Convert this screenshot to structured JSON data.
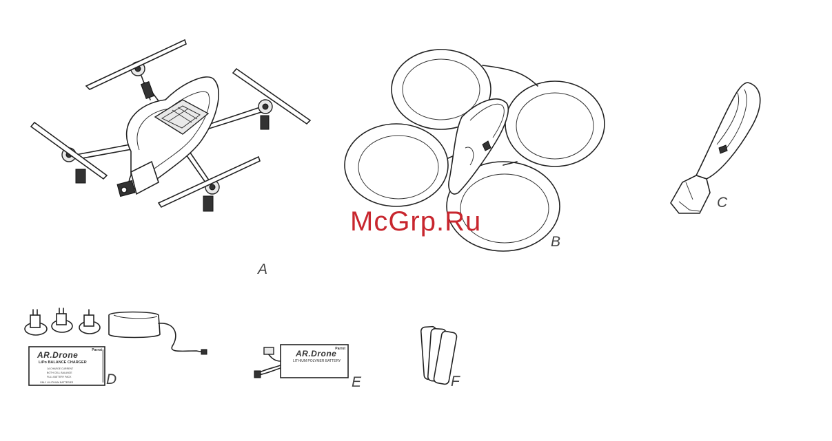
{
  "figure_labels": {
    "a": "A",
    "b": "B",
    "c": "C",
    "d": "D",
    "e": "E",
    "f": "F"
  },
  "watermark": "McGrp.Ru",
  "charger": {
    "brand": "Parrot",
    "logo": "AR.Drone",
    "title": "LiPo BALANCE CHARGER",
    "leds": [
      "1A CHARGE CURRENT",
      "BOTH CELL BALANCE",
      "FULL BATTERY PACK"
    ],
    "footer": "ONLY LI/LITHIUM BATTERIES"
  },
  "battery": {
    "brand": "Parrot",
    "logo": "AR.Drone",
    "title": "LITHIUM POLYMER BATTERY"
  },
  "colors": {
    "watermark": "#c8262e",
    "line_art": "#222222",
    "label": "#444444"
  }
}
